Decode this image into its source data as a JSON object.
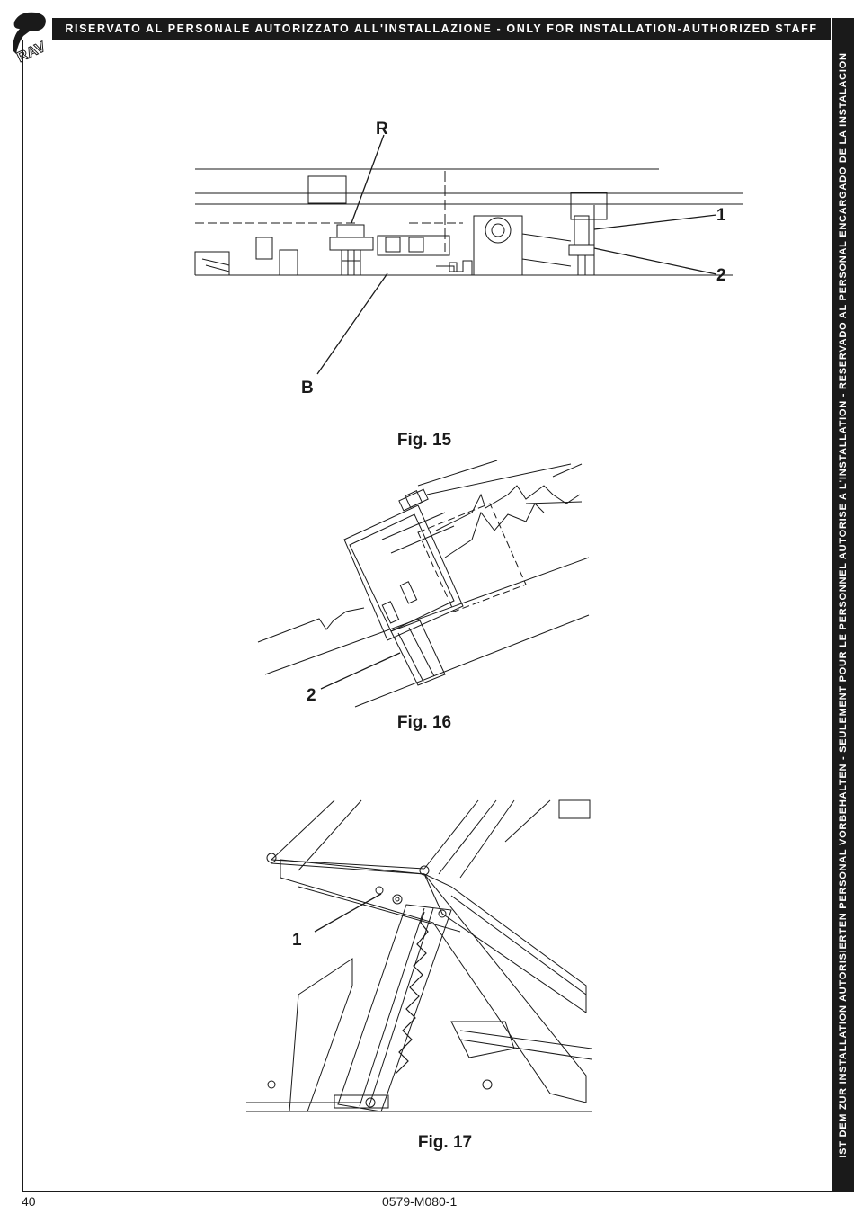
{
  "header": {
    "banner_text": "RISERVATO AL PERSONALE AUTORIZZATO ALL'INSTALLAZIONE - ONLY FOR INSTALLATION-AUTHORIZED STAFF",
    "logo_text": "RAV",
    "side_banner_text": "IST DEM ZUR INSTALLATION AUTORISIERTEN PERSONAL VORBEHALTEN - SEULEMENT POUR LE PERSONNEL AUTORISE A L'INSTALLATION - RESERVADO AL PERSONAL ENCARGADO DE LA INSTALACION"
  },
  "figures": [
    {
      "caption": "Fig. 15",
      "callouts": [
        "R",
        "1",
        "2",
        "B"
      ]
    },
    {
      "caption": "Fig. 16",
      "callouts": [
        "2"
      ]
    },
    {
      "caption": "Fig. 17",
      "callouts": [
        "1"
      ]
    }
  ],
  "footer": {
    "page_number": "40",
    "document_code": "0579-M080-1"
  },
  "colors": {
    "ink": "#1a1a1a",
    "paper": "#ffffff"
  }
}
